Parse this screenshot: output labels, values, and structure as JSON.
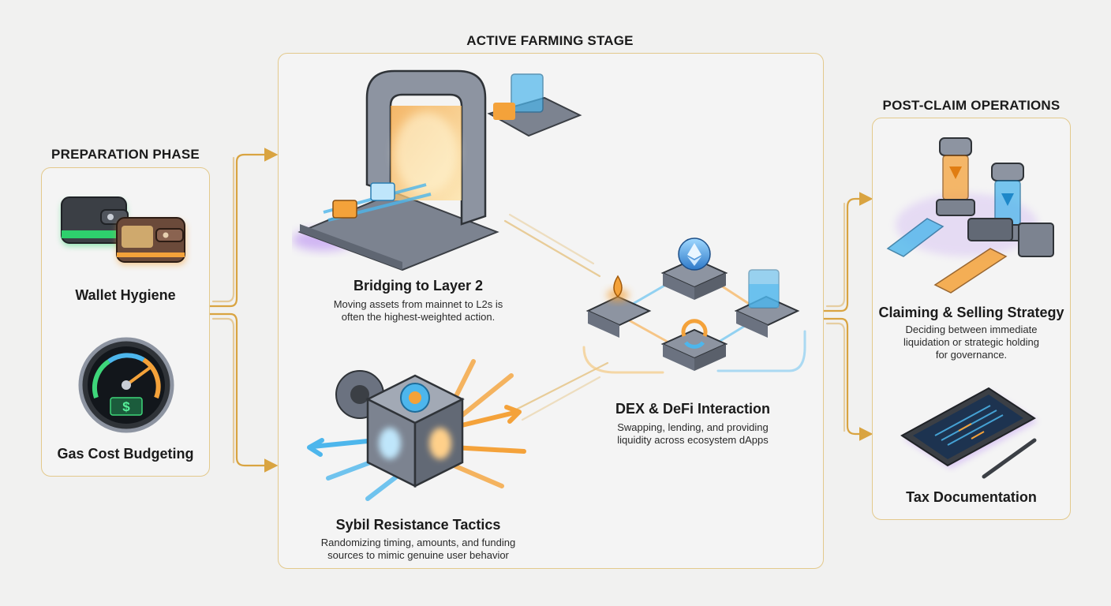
{
  "phases": {
    "preparation": {
      "title": "PREPARATION PHASE",
      "items": [
        {
          "label": "Wallet Hygiene"
        },
        {
          "label": "Gas Cost Budgeting"
        }
      ]
    },
    "active": {
      "title": "ACTIVE FARMING STAGE",
      "items": [
        {
          "label": "Bridging to Layer 2",
          "desc_line1": "Moving assets from mainnet to L2s is",
          "desc_line2": "often the highest-weighted action."
        },
        {
          "label": "DEX & DeFi Interaction",
          "desc_line1": "Swapping, lending, and providing",
          "desc_line2": "liquidity across ecosystem dApps"
        },
        {
          "label": "Sybil Resistance Tactics",
          "desc_line1": "Randomizing timing, amounts, and funding",
          "desc_line2": "sources to mimic genuine user behavior"
        }
      ]
    },
    "post": {
      "title": "POST-CLAIM OPERATIONS",
      "items": [
        {
          "label": "Claiming & Selling Strategy",
          "desc_line1": "Deciding between immediate",
          "desc_line2": "liquidation or strategic holding",
          "desc_line3": "for governance."
        },
        {
          "label": "Tax Documentation"
        }
      ]
    }
  },
  "gauge_symbol": "$",
  "colors": {
    "connector": "#d9a441",
    "panel_border": "#e3c98c",
    "glow_orange": "#f4a23a",
    "glow_blue": "#4db6ec",
    "glow_purple": "#a66cf2",
    "glow_green": "#3ed67a",
    "metal": "#8d94a1"
  }
}
